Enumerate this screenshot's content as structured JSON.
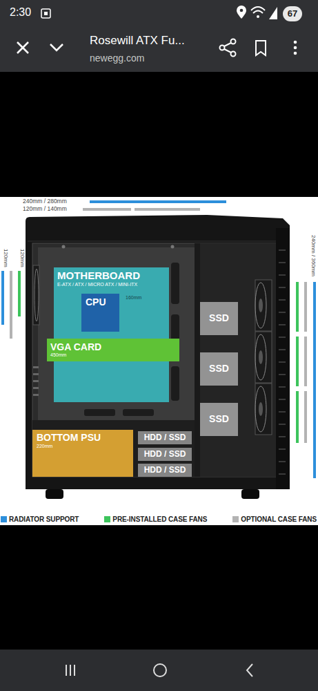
{
  "diagram": {
    "nodes": [
      {
        "text": [
          "MOTHERBOARD",
          "E-ATX / ATX / MICRO ATX / MINI-ITX"
        ]
      },
      {
        "text": [
          "CPU"
        ],
        "in": 0
      },
      {
        "text": [
          "SSD"
        ]
      },
      {
        "text": [
          "VGA CARD",
          "450mm"
        ]
      },
      {
        "text": [
          "SSD"
        ]
      },
      {
        "text": [
          "SSD"
        ]
      },
      {
        "text": [
          "BOTTOM PSU",
          "220mm"
        ]
      },
      {
        "text": [
          "HDD / SSD"
        ]
      },
      {
        "text": [
          "HDD / SSD"
        ]
      },
      {
        "text": [
          "HDD / SSD"
        ]
      }
    ],
    "labels": [
      "2:30",
      "67",
      "Rosewill ATX Fu...",
      "newegg.com",
      "240mm / 280mm",
      "120mm / 140mm",
      "120mm",
      "120mm",
      "240mm / 360mm",
      "160mm"
    ],
    "legend": [
      {
        "text": "RADIATOR SUPPORT",
        "color": "#2d8fdb"
      },
      {
        "text": "PRE-INSTALLED CASE FANS",
        "color": "#3dc45c"
      },
      {
        "text": "OPTIONAL CASE FANS",
        "color": "#b3b3b3"
      }
    ]
  }
}
